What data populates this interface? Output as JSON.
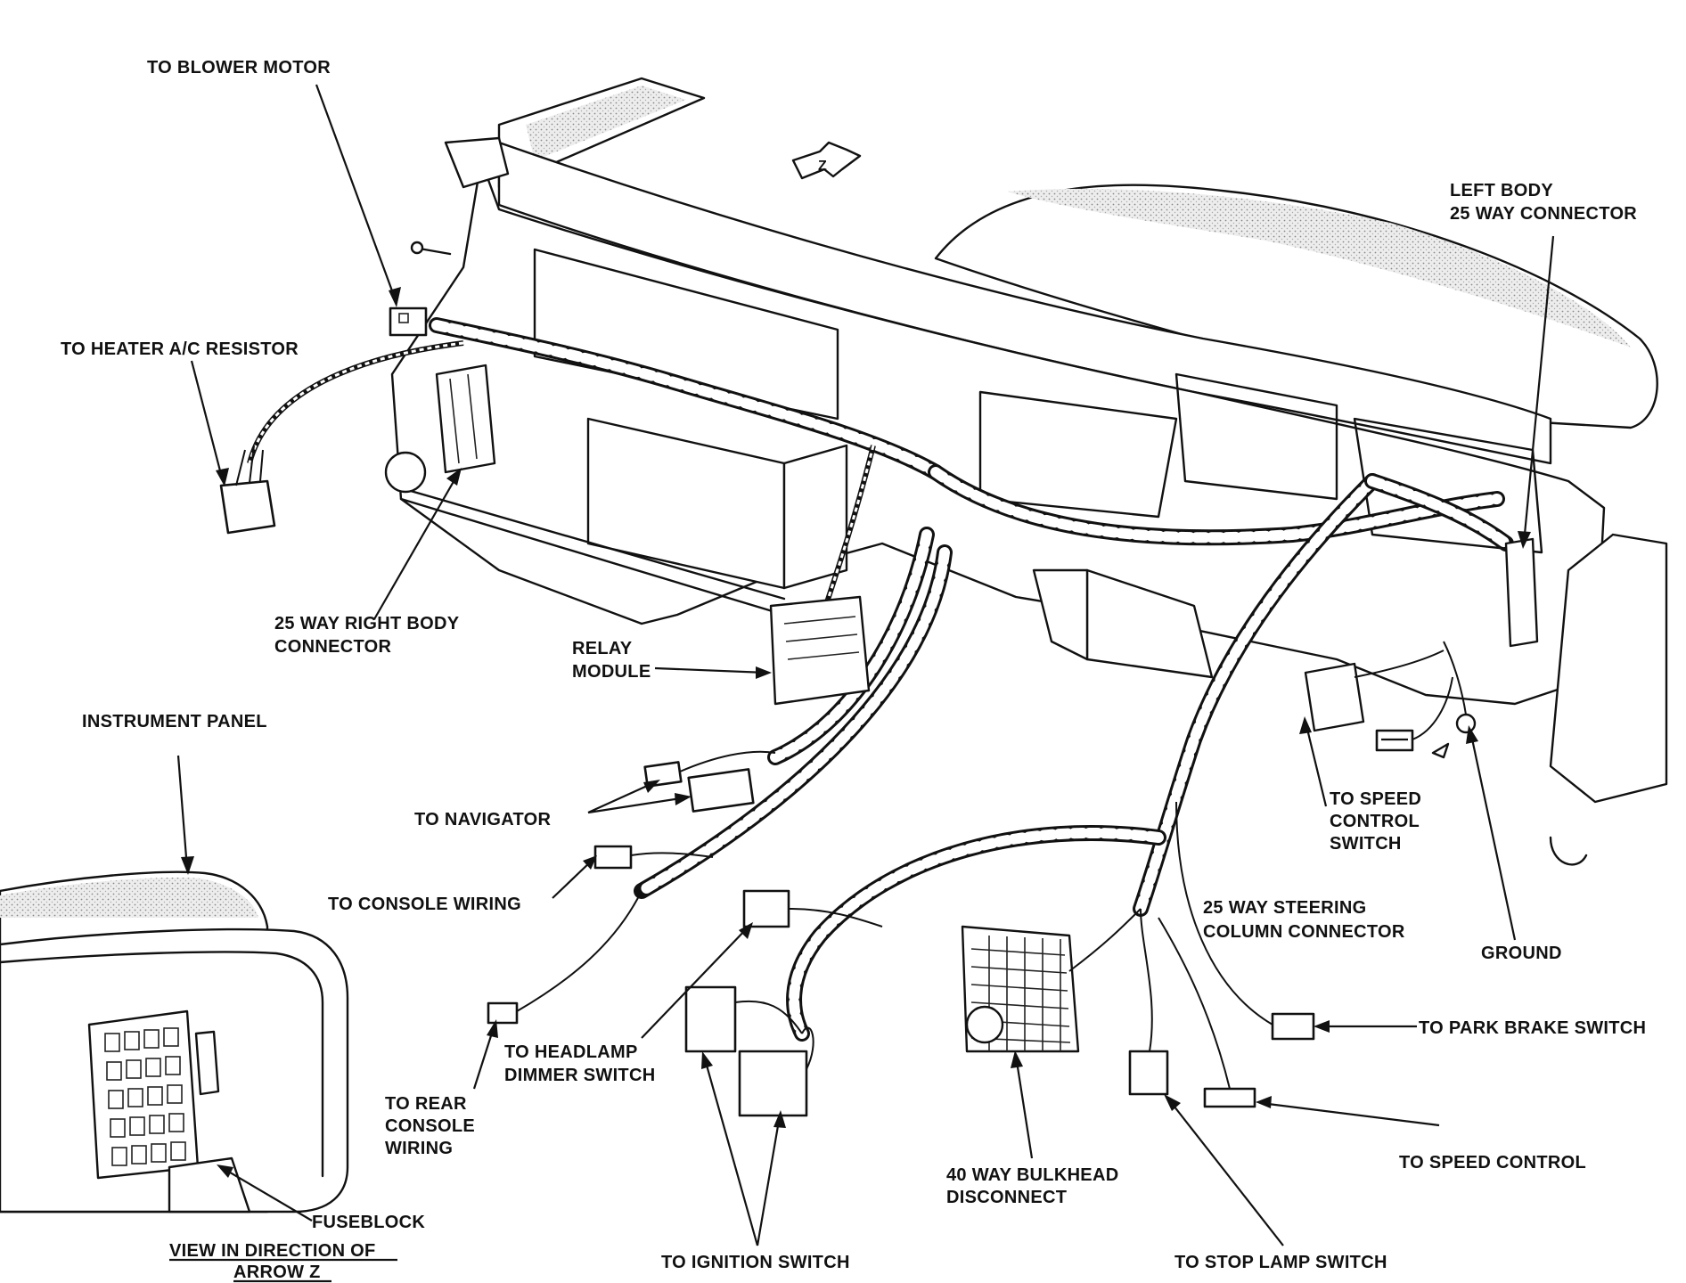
{
  "labels": {
    "blower_motor": "TO BLOWER MOTOR",
    "heater_resistor": "TO HEATER A/C RESISTOR",
    "right_body_l1": "25 WAY RIGHT BODY",
    "right_body_l2": "CONNECTOR",
    "relay_l1": "RELAY",
    "relay_l2": "MODULE",
    "left_body_l1": "LEFT BODY",
    "left_body_l2": "25 WAY CONNECTOR",
    "instrument_panel": "INSTRUMENT PANEL",
    "navigator": "TO NAVIGATOR",
    "console_wiring": "TO CONSOLE WIRING",
    "speed_control_switch_l1": "TO SPEED",
    "speed_control_switch_l2": "CONTROL",
    "speed_control_switch_l3": "SWITCH",
    "steering_column_l1": "25 WAY STEERING",
    "steering_column_l2": "COLUMN CONNECTOR",
    "ground": "GROUND",
    "park_brake": "TO PARK BRAKE SWITCH",
    "headlamp_l1": "TO HEADLAMP",
    "headlamp_l2": "DIMMER SWITCH",
    "rear_console_l1": "TO REAR",
    "rear_console_l2": "CONSOLE",
    "rear_console_l3": "WIRING",
    "bulkhead_l1": "40 WAY BULKHEAD",
    "bulkhead_l2": "DISCONNECT",
    "speed_control": "TO SPEED CONTROL",
    "fuseblock": "FUSEBLOCK",
    "view_l1": "VIEW IN DIRECTION OF",
    "view_l2": "ARROW Z",
    "ignition": "TO IGNITION SWITCH",
    "stop_lamp": "TO STOP LAMP SWITCH",
    "arrow_letter": "Z"
  }
}
